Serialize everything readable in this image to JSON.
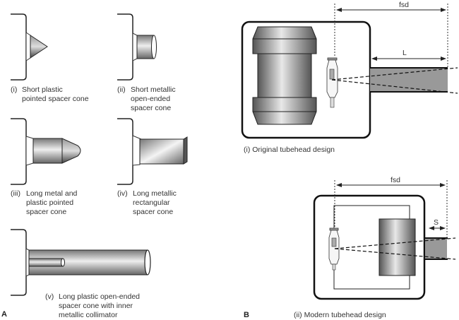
{
  "panel_a": {
    "label": "A",
    "items": [
      {
        "num": "(i)",
        "lines": [
          "Short plastic",
          "pointed spacer cone"
        ]
      },
      {
        "num": "(ii)",
        "lines": [
          "Short metallic",
          "open-ended",
          "spacer cone"
        ]
      },
      {
        "num": "(iii)",
        "lines": [
          "Long metal and",
          "plastic pointed",
          "spacer cone"
        ]
      },
      {
        "num": "(iv)",
        "lines": [
          "Long metallic",
          "rectangular",
          "spacer cone"
        ]
      },
      {
        "num": "(v)",
        "lines": [
          "Long plastic open-ended",
          "spacer cone with inner",
          "metallic collimator"
        ]
      }
    ]
  },
  "panel_b": {
    "label": "B",
    "original": {
      "caption": "(i) Original tubehead design",
      "fsd_label": "fsd",
      "length_label": "L"
    },
    "modern": {
      "caption": "(ii) Modern tubehead design",
      "fsd_label": "fsd",
      "length_label": "S"
    }
  }
}
